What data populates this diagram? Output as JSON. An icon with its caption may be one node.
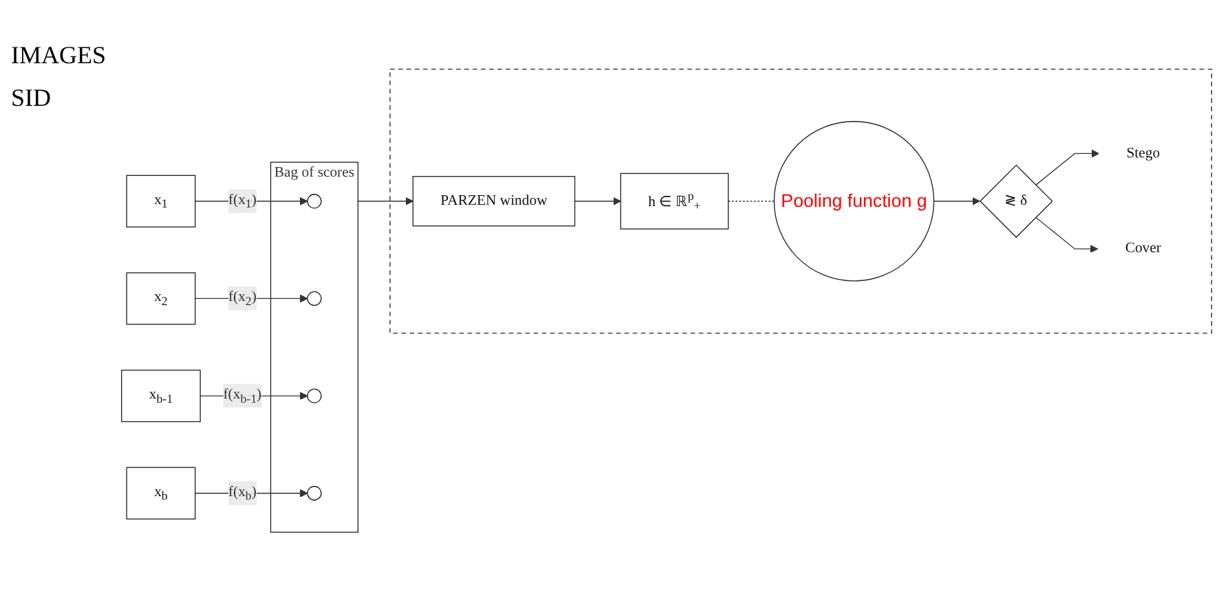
{
  "diagram": {
    "nodes": [
      {
        "text": [
          "x$_{1}$"
        ]
      },
      {
        "text": [
          "x$_{2}$"
        ]
      },
      {
        "text": [
          "x$_{b-1}$"
        ]
      },
      {
        "text": [
          "x$_{b}$"
        ]
      },
      {
        "text": [
          "Bag of scores"
        ]
      },
      {
        "text": [],
        "shape": "circle",
        "in": 4
      },
      {
        "text": [],
        "shape": "circle",
        "in": 4
      },
      {
        "text": [],
        "shape": "circle",
        "in": 4
      },
      {
        "text": [],
        "shape": "circle",
        "in": 4
      },
      {
        "text": [],
        "shape": "box"
      },
      {
        "text": [
          "PARZEN window"
        ],
        "in": 9
      },
      {
        "text": [
          "h ∈ ℝ$^{p}$$_{+}$"
        ],
        "in": 9
      },
      {
        "text": [
          "Pooling function g"
        ],
        "in": 9
      },
      {
        "text": [
          "≷ δ"
        ],
        "in": 9
      },
      {
        "text": [
          "Stego"
        ],
        "in": 9
      },
      {
        "text": [
          "Cover"
        ],
        "in": 9
      }
    ],
    "edges": [
      {
        "from": 0,
        "to": 5,
        "arrow": "to",
        "label": "f(x$_{1}$)"
      },
      {
        "from": 1,
        "to": 6,
        "arrow": "to",
        "label": "f(x$_{2}$)"
      },
      {
        "from": 2,
        "to": 7,
        "arrow": "to",
        "label": "f(x$_{b-1}$)"
      },
      {
        "from": 3,
        "to": 8,
        "arrow": "to",
        "label": "f(x$_{b}$)"
      },
      {
        "from": 4,
        "to": 10,
        "arrow": "to"
      },
      {
        "from": 10,
        "to": 11,
        "arrow": "to"
      },
      {
        "from": 11,
        "to": 12,
        "arrow": "none",
        "style": "dashed"
      },
      {
        "from": 12,
        "to": 13,
        "arrow": "to"
      },
      {
        "from": 13,
        "to": 14,
        "arrow": "to"
      },
      {
        "from": 13,
        "to": 15,
        "arrow": "to"
      }
    ],
    "labels": [
      "IMAGES",
      "SID"
    ]
  }
}
